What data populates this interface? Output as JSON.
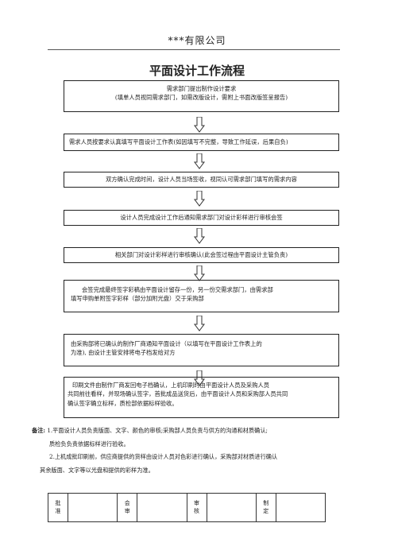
{
  "header": {
    "company": "***有限公司",
    "title": "平面设计工作流程"
  },
  "flow": [
    {
      "lines": [
        "需求部门提出制作设计要求",
        "(填单人员视同需求部门，如需改版设计，需附上书面改版签呈报告)"
      ]
    },
    {
      "lines": [
        "需求人员按要求认真填写平面设计工作表(如因填写不完整，导致工作延误，后果自负)"
      ]
    },
    {
      "lines": [
        "双方确认完成时间，设计人员当场签收，视同认可需求部门填写的需求内容"
      ]
    },
    {
      "lines": [
        "设计人员完成设计工作后通知需求部门对设计彩样进行审核会签"
      ]
    },
    {
      "lines": [
        "相关部门对设计彩样进行审核确认(此会签过程由平面设计主管负责)"
      ]
    },
    {
      "lines": [
        "会签完成最终签字彩稿由平面设计留存一份，另一份交需求部门，由需求部",
        "填写申购单附签字彩样（部分加附光盘）交于采购部"
      ]
    },
    {
      "lines": [
        "由采购部将已确认的制作厂商通知平面设计（以填写在平面设计工作表上的",
        "为准), 由设计主管安排将电子档发给对方"
      ]
    },
    {
      "lines": [
        "印刷文件由制作厂商发回电子档确认，上机印刷时由平面设计人员及采购人员",
        "共同前往看样，并现场确认签字，首批成品送货后，由平面设计人员和采购部人员共同",
        "确认签字确立标样，质检部依据标样验收。"
      ]
    }
  ],
  "notes": {
    "label": "备注:",
    "items": [
      "1.平面设计人员负责版面、文字、颜色的审核;采购部人员负责与供方的沟通和材质确认;",
      "质检负负责依据标样进行验收。",
      "2.上机成批印刷前，供应商提供的货样由设计人员对色彩进行确认，采购部对材质进行确认",
      "其余版面、文字等以光盘和提供的彩样为准。"
    ]
  },
  "signoff": {
    "approve": [
      "批",
      "准"
    ],
    "countersign": [
      "会",
      "审"
    ],
    "review": [
      "审",
      "核"
    ],
    "prepare": [
      "制",
      "定"
    ]
  }
}
